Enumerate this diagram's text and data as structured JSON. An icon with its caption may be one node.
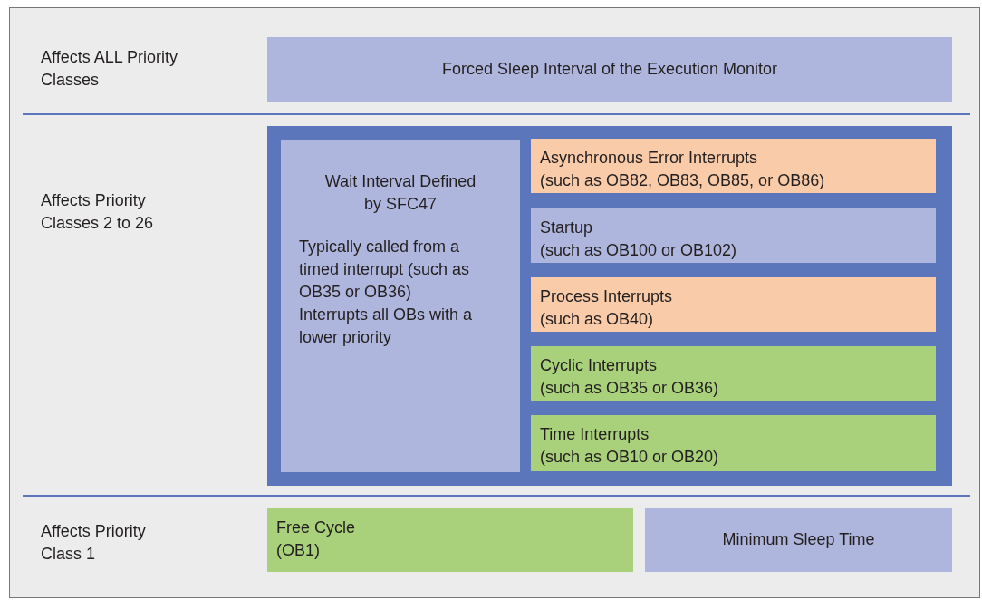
{
  "diagram": {
    "nodes": [
      {
        "text": [
          "Forced Sleep Interval of the Execution Monitor"
        ]
      },
      {
        "text": [],
        "shape": "box"
      },
      {
        "text": [
          "Wait Interval Defined by SFC47",
          "Typically called from a timed interrupt (such as OB35 or OB36)",
          "Interrupts all OBs with a lower priority"
        ],
        "in": 1
      },
      {
        "text": [
          "Asynchronous Error Interrupts",
          "(such as OB82, OB83, OB85, or OB86)"
        ],
        "in": 1
      },
      {
        "text": [
          "Startup",
          "(such as OB100 or OB102)"
        ],
        "in": 1
      },
      {
        "text": [
          "Process Interrupts",
          "(such as OB40)"
        ],
        "in": 1
      },
      {
        "text": [
          "Cyclic Interrupts",
          "(such as OB35 or OB36)"
        ],
        "in": 1
      },
      {
        "text": [
          "Time Interrupts",
          "(such as OB10 or OB20)"
        ],
        "in": 1
      },
      {
        "text": [
          "Free Cycle",
          "(OB1)"
        ]
      },
      {
        "text": [
          "Minimum Sleep Time"
        ]
      }
    ],
    "edges": [],
    "labels": [
      "Affects ALL Priority Classes",
      "Affects Priority Classes 2 to 26",
      "Affects Priority Class 1"
    ]
  }
}
